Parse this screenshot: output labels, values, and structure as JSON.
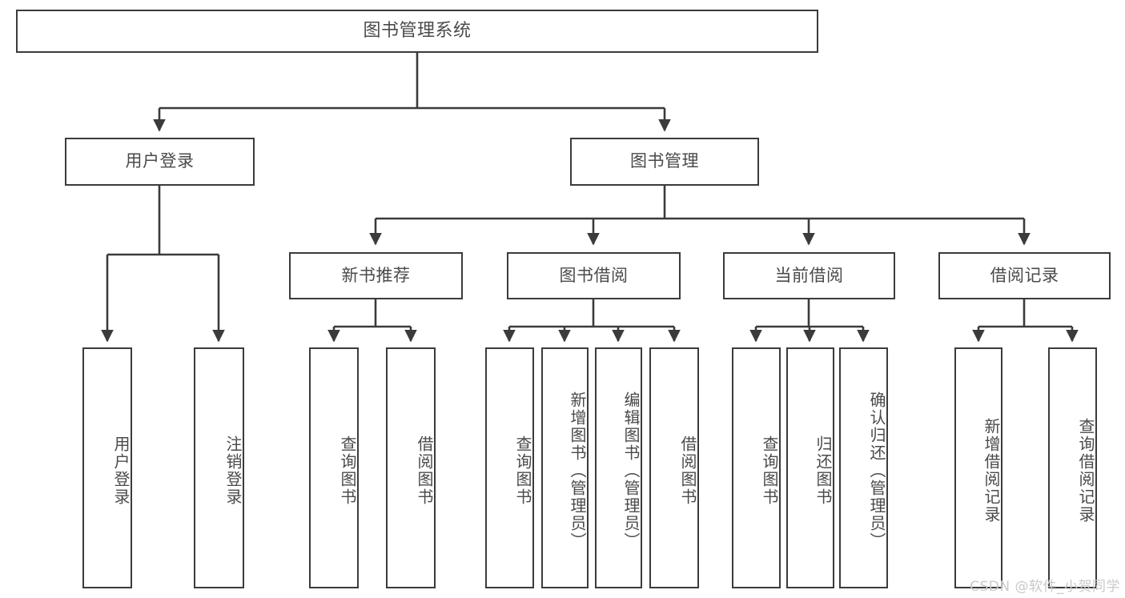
{
  "diagram": {
    "type": "tree-hierarchy",
    "title": "图书管理系统",
    "root": {
      "label": "图书管理系统"
    },
    "level2": [
      {
        "id": "user-login",
        "label": "用户登录"
      },
      {
        "id": "book-management",
        "label": "图书管理"
      }
    ],
    "level3": [
      {
        "id": "new-book-recommend",
        "label": "新书推荐",
        "parent": "book-management"
      },
      {
        "id": "book-borrow",
        "label": "图书借阅",
        "parent": "book-management"
      },
      {
        "id": "current-borrow",
        "label": "当前借阅",
        "parent": "book-management"
      },
      {
        "id": "borrow-record",
        "label": "借阅记录",
        "parent": "book-management"
      }
    ],
    "leaves": {
      "user_login": [
        {
          "id": "leaf-user-login",
          "label": "用户登录"
        },
        {
          "id": "leaf-user-logout",
          "label": "注销登录"
        }
      ],
      "new_book_recommend": [
        {
          "id": "leaf-query-book-1",
          "label": "查询图书"
        },
        {
          "id": "leaf-borrow-book-1",
          "label": "借阅图书"
        }
      ],
      "book_borrow": [
        {
          "id": "leaf-query-book-2",
          "label": "查询图书"
        },
        {
          "id": "leaf-add-book",
          "label": "新增图书（管理员）"
        },
        {
          "id": "leaf-edit-book",
          "label": "编辑图书（管理员）"
        },
        {
          "id": "leaf-borrow-book-2",
          "label": "借阅图书"
        }
      ],
      "current_borrow": [
        {
          "id": "leaf-query-book-3",
          "label": "查询图书"
        },
        {
          "id": "leaf-return-book",
          "label": "归还图书"
        },
        {
          "id": "leaf-confirm-return",
          "label": "确认归还（管理员）"
        }
      ],
      "borrow_record": [
        {
          "id": "leaf-add-record",
          "label": "新增借阅记录"
        },
        {
          "id": "leaf-query-record",
          "label": "查询借阅记录"
        }
      ]
    },
    "colors": {
      "stroke": "#3b3b3b",
      "text": "#4a4a4a",
      "background": "#ffffff",
      "watermark": "#c9c9c9"
    }
  },
  "watermark": {
    "text": "CSDN @软件_小贺同学"
  }
}
